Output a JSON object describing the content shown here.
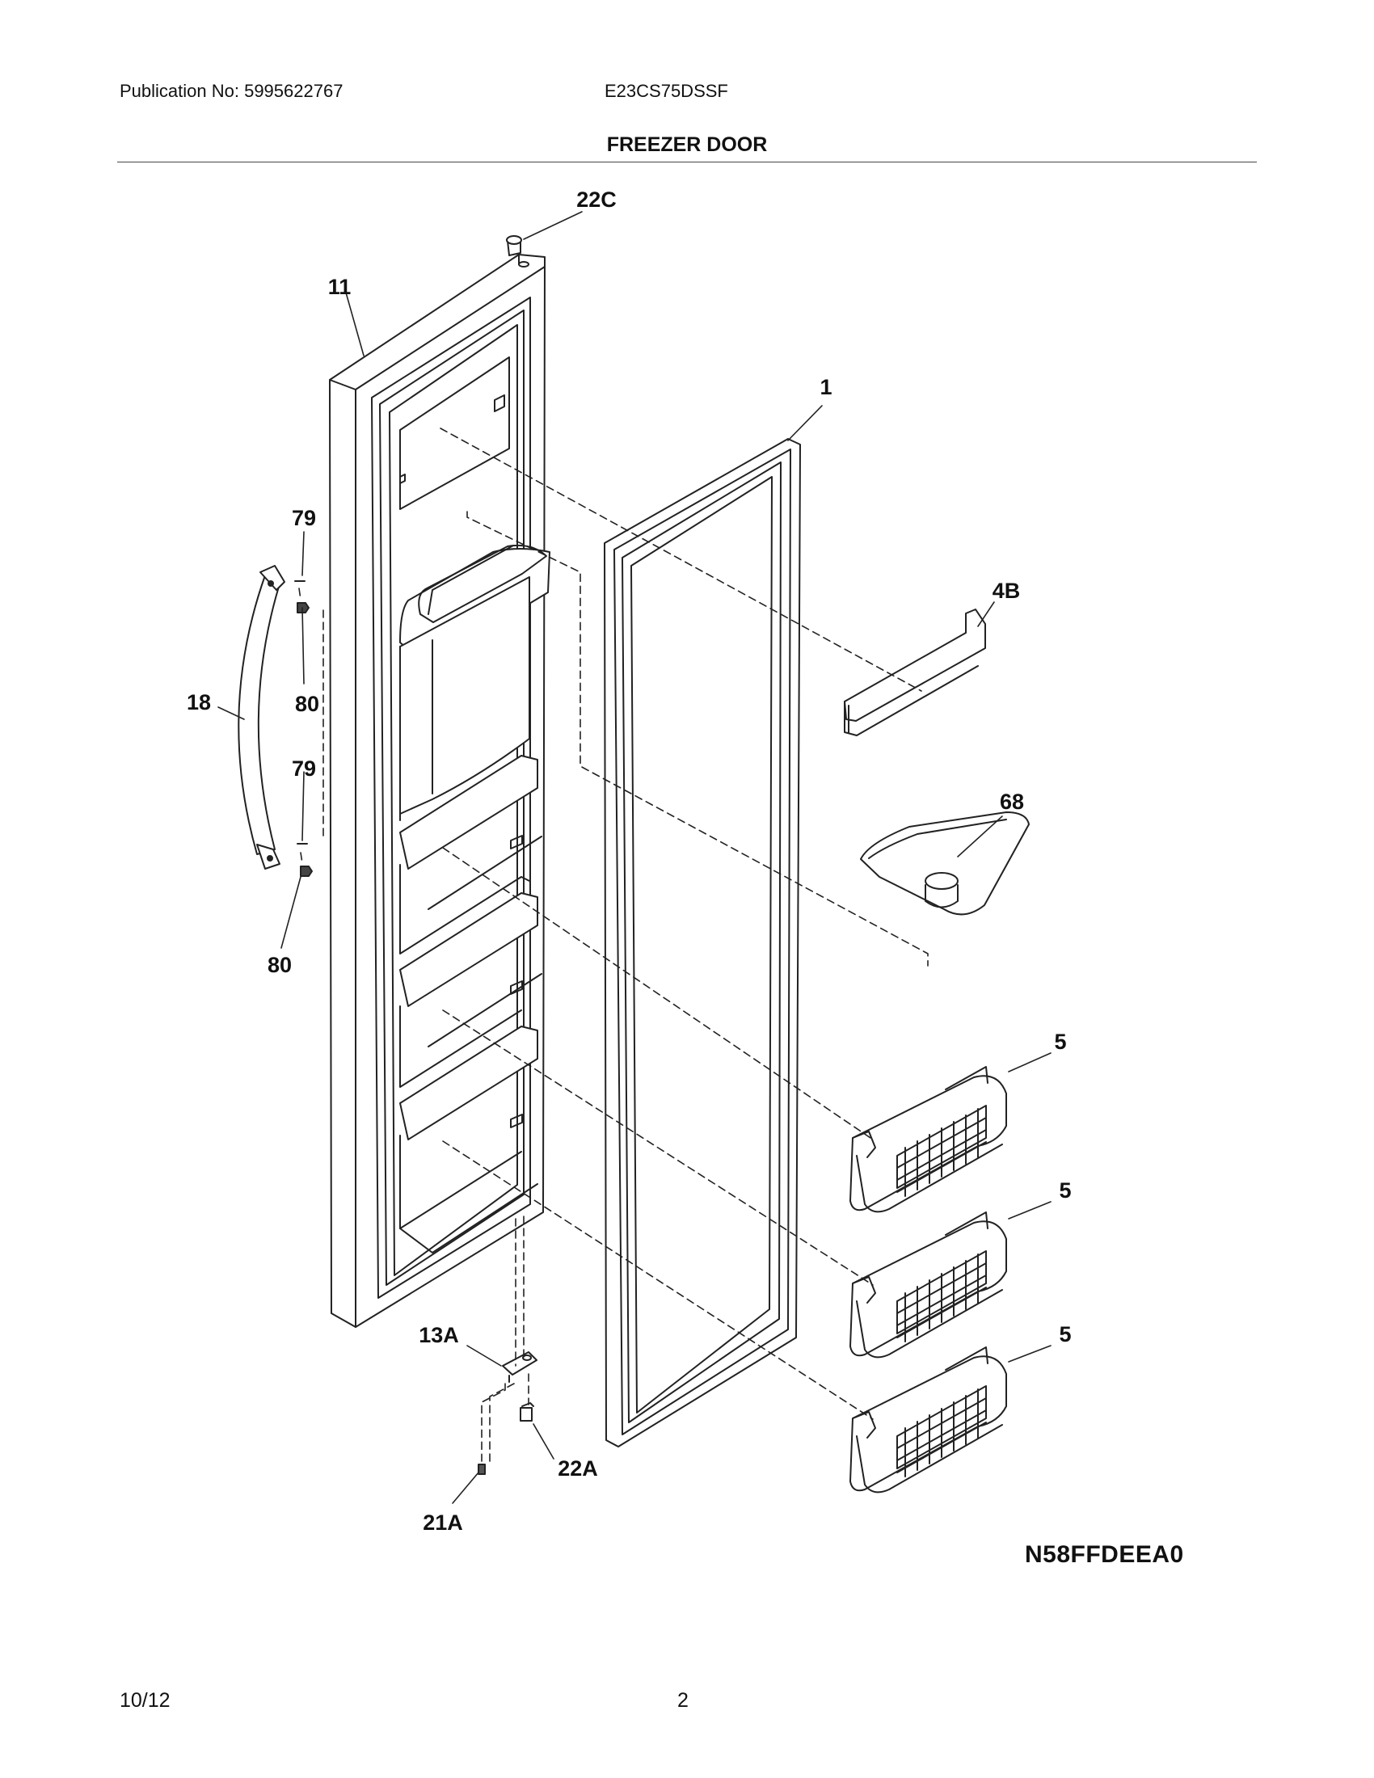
{
  "header": {
    "publication": "Publication No: 5995622767",
    "model": "E23CS75DSSF",
    "title": "FREEZER DOOR"
  },
  "callouts": {
    "door_panel": "11",
    "hinge_cap": "22C",
    "gasket": "1",
    "dairy_door": "4B",
    "ice_guide": "68",
    "handle": "18",
    "screw_upper": "79",
    "spacer_upper": "80",
    "screw_lower": "79",
    "spacer_lower": "80",
    "shelf_1": "5",
    "shelf_2": "5",
    "shelf_3": "5",
    "hinge_bracket": "13A",
    "hinge_bushing": "22A",
    "hinge_screw": "21A"
  },
  "diagram_code": "N58FFDEEA0",
  "footer": {
    "date": "10/12",
    "page": "2"
  }
}
